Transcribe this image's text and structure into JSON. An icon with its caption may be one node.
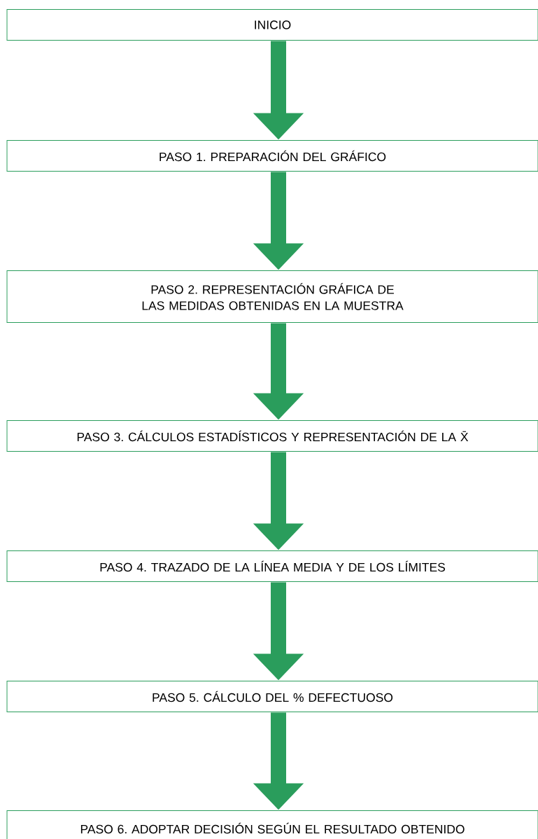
{
  "diagram": {
    "nodes": [
      {
        "text": [
          "INICIO"
        ]
      },
      {
        "text": [
          "PASO 1. PREPARACIÓN DEL GRÁFICO"
        ]
      },
      {
        "text": [
          "PASO 2. REPRESENTACIÓN GRÁFICA DE LAS MEDIDAS OBTENIDAS EN LA MUESTRA"
        ]
      },
      {
        "text": [
          "PASO 3. CÁLCULOS ESTADÍSTICOS Y REPRESENTACIÓN DE LA X̄"
        ]
      },
      {
        "text": [
          "PASO 4. TRAZADO DE LA LÍNEA MEDIA Y DE LOS LÍMITES"
        ]
      },
      {
        "text": [
          "PASO 5. CÁLCULO DEL % DEFECTUOSO"
        ]
      },
      {
        "text": [
          "PASO 6. ADOPTAR DECISIÓN SEGÚN EL RESULTADO OBTENIDO"
        ]
      }
    ],
    "edges": [
      {
        "from": 0,
        "to": 1,
        "arrow": "to"
      },
      {
        "from": 1,
        "to": 2,
        "arrow": "to"
      },
      {
        "from": 2,
        "to": 3,
        "arrow": "to"
      },
      {
        "from": 3,
        "to": 4,
        "arrow": "to"
      },
      {
        "from": 4,
        "to": 5,
        "arrow": "to"
      },
      {
        "from": 5,
        "to": 6,
        "arrow": "to"
      }
    ]
  }
}
